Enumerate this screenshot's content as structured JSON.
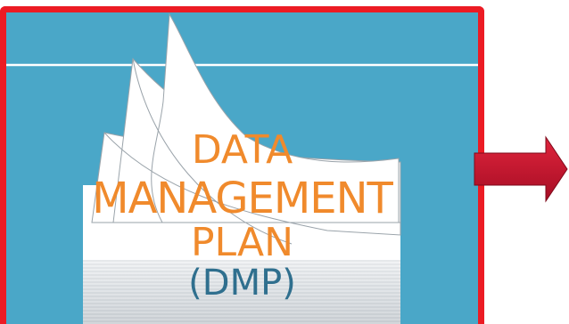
{
  "slide": {
    "title_line1": "DATA",
    "title_line2": "MANAGEMENT",
    "title_line3": "PLAN",
    "acronym": "(DMP)"
  },
  "colors": {
    "frame_border": "#ec1b24",
    "background": "#4aa7c8",
    "title_text": "#f08a2c",
    "acronym_text": "#2f6f8e",
    "arrow": "#c8102e"
  },
  "icons": {
    "documents": "stacked-documents-icon",
    "arrow": "right-arrow-icon"
  }
}
